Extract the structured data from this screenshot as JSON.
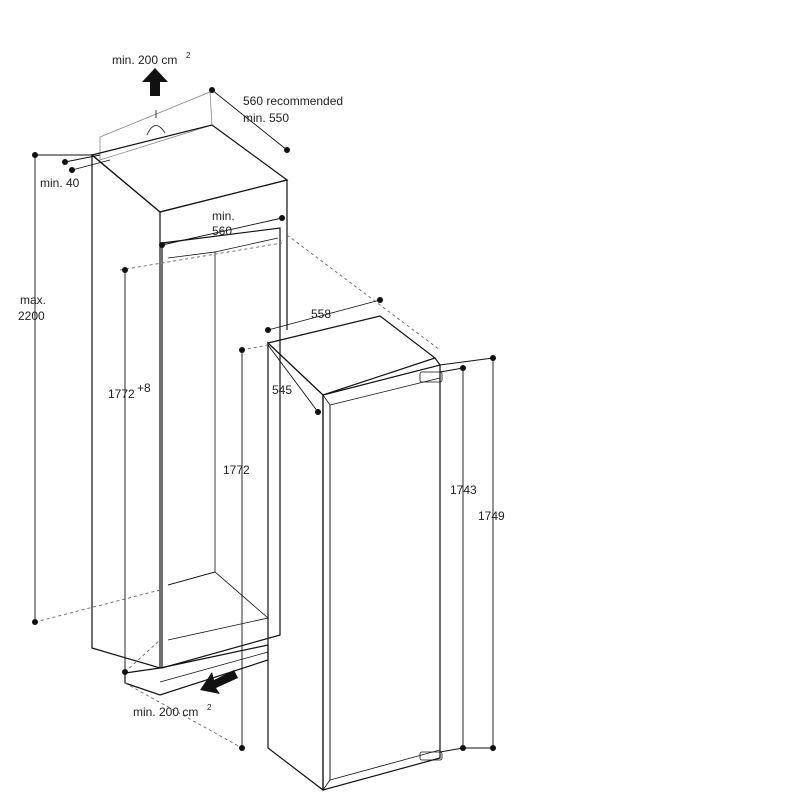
{
  "labels": {
    "vent_top_area": "min. 200 cm",
    "vent_top_sup": "2",
    "depth_recommended": "560 recommended",
    "depth_min": "min. 550",
    "gap_top": "min. 40",
    "niche_width_min": "min.",
    "niche_width_val": "560",
    "niche_height_max": "max.",
    "niche_height_val": "2200",
    "niche_opening": "1772",
    "niche_opening_sup": "+8",
    "appliance_width": "558",
    "appliance_depth": "545",
    "appliance_height_outer": "1772",
    "door_height": "1743",
    "appliance_total": "1749",
    "vent_bottom_area": "min. 200 cm",
    "vent_bottom_sup": "2"
  }
}
